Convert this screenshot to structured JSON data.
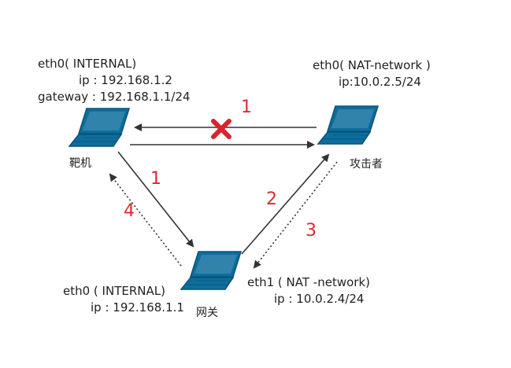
{
  "colors": {
    "laptop_blue": "#0d6e9d",
    "laptop_dark": "#0a5277",
    "line": "#333333",
    "step_red": "#e0282e",
    "blocked_x": "#d8242b"
  },
  "nodes": {
    "target": {
      "interface": "eth0( INTERNAL)",
      "ip": "ip : 192.168.1.2",
      "gateway": "gateway : 192.168.1.1/24",
      "name": "靶机"
    },
    "attacker": {
      "interface": "eth0( NAT-network )",
      "ip": "ip:10.0.2.5/24",
      "name": "攻击者"
    },
    "gateway_node": {
      "interface_internal": "eth0 ( INTERNAL)",
      "ip_internal": "ip : 192.168.1.1",
      "name": "网关",
      "interface_nat": "eth1 ( NAT -network)",
      "ip_nat": "ip : 10.0.2.4/24"
    }
  },
  "steps": {
    "top": "1",
    "left_down": "1",
    "right_up": "2",
    "right_down": "3",
    "left_up": "4"
  },
  "icons": {
    "target": "laptop-icon",
    "attacker": "laptop-icon",
    "gateway": "laptop-icon",
    "blocked": "cross-icon"
  }
}
